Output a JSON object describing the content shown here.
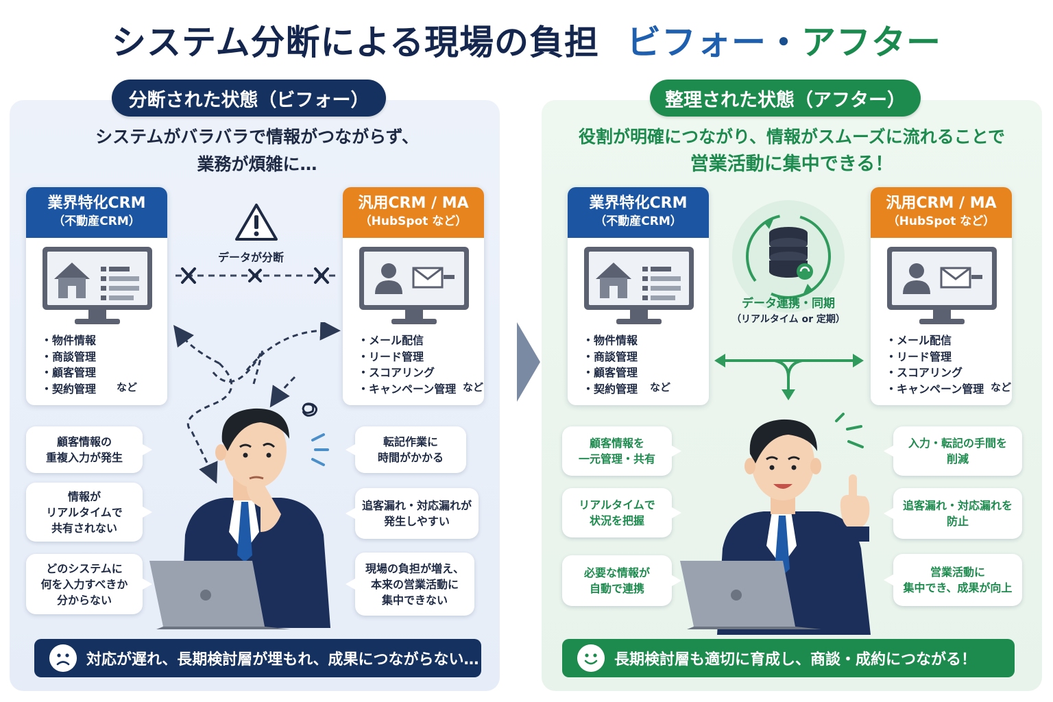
{
  "title": {
    "main": "システム分断による現場の負担",
    "before_word": "ビフォー",
    "separator": "・",
    "after_word": "アフター"
  },
  "before": {
    "badge": "分断された状態（ビフォー）",
    "lead_line1": "システムがバラバラで情報がつながらず、",
    "lead_line2": "業務が煩雑に…",
    "crm_card": {
      "title": "業界特化CRM",
      "subtitle": "（不動産CRM）",
      "items": [
        "物件情報",
        "商談管理",
        "顧客管理",
        "契約管理"
      ],
      "etc": "など"
    },
    "ma_card": {
      "title": "汎用CRM / MA",
      "subtitle": "（HubSpot など）",
      "items": [
        "メール配信",
        "リード管理",
        "スコアリング",
        "キャンペーン管理"
      ],
      "etc": "など"
    },
    "disconnect_label": "データが分断",
    "bubbles_left": [
      "顧客情報の\n重複入力が発生",
      "情報が\nリアルタイムで\n共有されない",
      "どのシステムに\n何を入力すべきか\n分からない"
    ],
    "bubbles_right": [
      "転記作業に\n時間がかかる",
      "追客漏れ・対応漏れが\n発生しやすい",
      "現場の負担が増え、\n本来の営業活動に\n集中できない"
    ],
    "banner": "対応が遅れ、長期検討層が埋もれ、成果につながらない…"
  },
  "after": {
    "badge": "整理された状態（アフター）",
    "lead_line1": "役割が明確につながり、情報がスムーズに流れることで",
    "lead_line2": "営業活動に集中できる！",
    "crm_card": {
      "title": "業界特化CRM",
      "subtitle": "（不動産CRM）",
      "items": [
        "物件情報",
        "商談管理",
        "顧客管理",
        "契約管理"
      ],
      "etc": "など"
    },
    "ma_card": {
      "title": "汎用CRM / MA",
      "subtitle": "（HubSpot など）",
      "items": [
        "メール配信",
        "リード管理",
        "スコアリング",
        "キャンペーン管理"
      ],
      "etc": "など"
    },
    "sync_label": "データ連携・同期",
    "sync_sublabel": "（リアルタイム or 定期）",
    "bubbles_left": [
      "顧客情報を\n一元管理・共有",
      "リアルタイムで\n状況を把握",
      "必要な情報が\n自動で連携"
    ],
    "bubbles_right": [
      "入力・転記の手間を\n削減",
      "追客漏れ・対応漏れを\n防止",
      "営業活動に\n集中でき、成果が向上"
    ],
    "banner": "長期検討層も適切に育成し、商談・成約につながる！"
  },
  "colors": {
    "navy": "#14315f",
    "blue": "#1c56a3",
    "green": "#1d8a4e",
    "orange": "#e8841e",
    "before_bg": "#edf2fa",
    "after_bg": "#eef7f0"
  }
}
